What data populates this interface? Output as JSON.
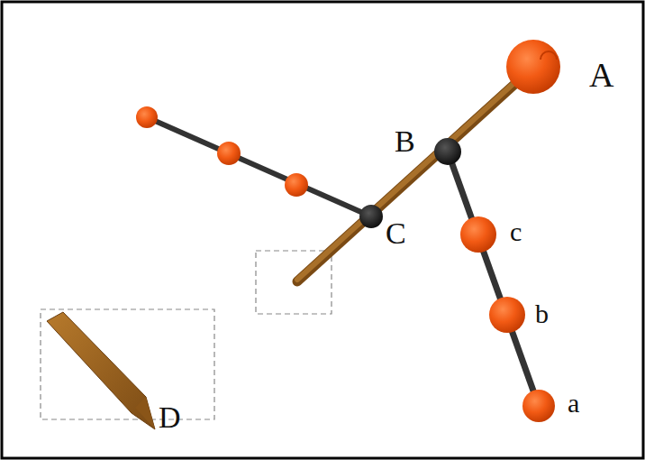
{
  "diagram": {
    "labels": [
      "A",
      "B",
      "C",
      "c",
      "b",
      "a",
      "D"
    ]
  }
}
